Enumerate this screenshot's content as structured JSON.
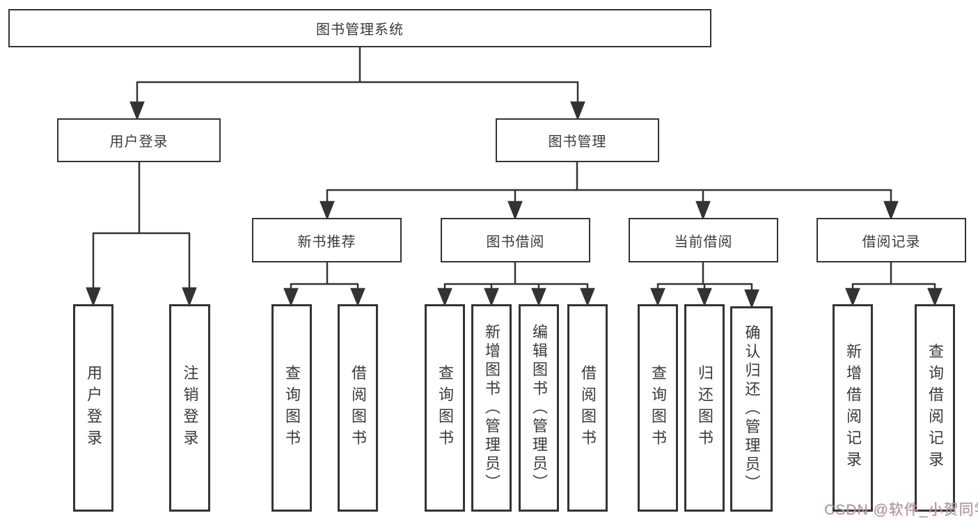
{
  "diagram": {
    "title": "图书管理系统",
    "colors": {
      "line": "#333333",
      "box_border": "#333333",
      "text": "#3a3a3a",
      "background": "#ffffff",
      "watermark": "#9e9e9e"
    },
    "tree": {
      "root_label": "图书管理系统",
      "user_login": {
        "label": "用户登录",
        "children": [
          "用户登录",
          "注销登录"
        ]
      },
      "book_mgmt": {
        "label": "图书管理",
        "sections": [
          {
            "label": "新书推荐",
            "children": [
              "查询图书",
              "借阅图书"
            ]
          },
          {
            "label": "图书借阅",
            "children": [
              "查询图书",
              "新增图书（管理员）",
              "编辑图书（管理员）",
              "借阅图书"
            ]
          },
          {
            "label": "当前借阅",
            "children": [
              "查询图书",
              "归还图书",
              "确认归还（管理员）"
            ]
          },
          {
            "label": "借阅记录",
            "children": [
              "新增借阅记录",
              "查询借阅记录"
            ]
          }
        ]
      }
    }
  },
  "watermark": {
    "text": "CSDN @软件_小贺同学"
  }
}
